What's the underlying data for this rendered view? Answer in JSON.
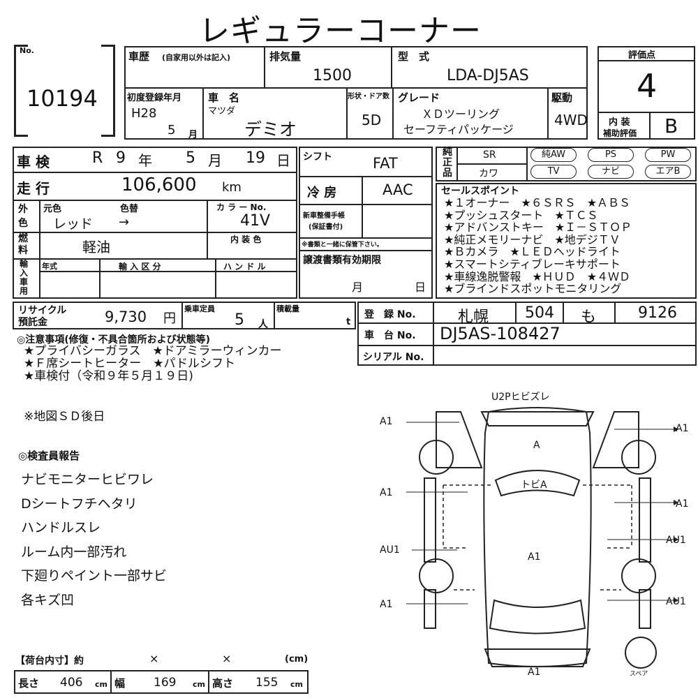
{
  "title": "レギュラーコーナー",
  "no": {
    "label": "No.",
    "value": "10194"
  },
  "history": {
    "label": "車歴",
    "note": "(自家用以外は記入)"
  },
  "displacement": {
    "label": "排気量",
    "value": "1500"
  },
  "model": {
    "label": "型　式",
    "value": "LDA-DJ5AS"
  },
  "first_reg": {
    "label": "初度登録年月",
    "year": "H28",
    "month": "5",
    "month_unit": "月"
  },
  "car_name": {
    "label": "車　名",
    "maker": "マツダ",
    "name": "デミオ"
  },
  "doors": {
    "label": "形状・ドア数",
    "value": "5D"
  },
  "grade": {
    "label": "グレード",
    "line1": "ＸＤツーリング",
    "line2": "セーフティパッケージ"
  },
  "drive": {
    "label": "駆動",
    "value": "4WD"
  },
  "rating": {
    "label": "評価点",
    "value": "4",
    "interior_label1": "内 装",
    "interior_label2": "補助評価",
    "interior_value": "B"
  },
  "inspection": {
    "label": "車 検",
    "era": "R",
    "year": "9",
    "year_unit": "年",
    "month": "5",
    "month_unit": "月",
    "day": "19",
    "day_unit": "日"
  },
  "shift": {
    "label": "シフト",
    "value": "FAT"
  },
  "equipment": {
    "label_side": "純正品",
    "row1": [
      "SR",
      "純AW",
      "PS",
      "PW"
    ],
    "row2": [
      "カワ",
      "TV",
      "ナビ",
      "エアB"
    ]
  },
  "mileage": {
    "label": "走 行",
    "value": "106,600",
    "unit": "km"
  },
  "ac": {
    "label": "冷 房",
    "value": "AAC"
  },
  "color": {
    "side_label": "外色",
    "orig_label": "元色",
    "change_label": "色替",
    "value": "レッド",
    "arrow": "→",
    "code_label": "カ ラ ー No.",
    "code": "41V",
    "interior_label": "内 装 色"
  },
  "fuel": {
    "side_label": "燃料",
    "value": "軽油"
  },
  "new_car_manual": {
    "label1": "新車整備手帳",
    "label2": "(保証書付)",
    "note": "※書類と一緒に保管下さい。"
  },
  "import": {
    "side_label": "輸入車用",
    "year_label": "年式",
    "type_label": "輸 入 区 分",
    "handle_label": "ハ ン ド ル"
  },
  "transfer": {
    "label": "譲渡書類有効期限",
    "month": "月",
    "day": "日"
  },
  "sales_points": {
    "label": "セールスポイント",
    "lines": [
      "★１オーナー　★６ＳＲＳ　★ＡＢＳ",
      "★プッシュスタート　★ＴＣＳ",
      "★アドバンストキー　★Ｉ－ＳＴＯＰ",
      "★純正メモリーナビ　★地デジＴＶ",
      "★Ｂカメラ　★ＬＥＤヘッドライト",
      "★スマートシティブレーキサポート",
      "★車線逸脱警報　★ＨＵＤ　★４ＷＤ",
      "★ブラインドスポットモニタリング"
    ]
  },
  "recycle": {
    "label1": "リサイクル",
    "label2": "預託金",
    "value": "9,730",
    "unit": "円"
  },
  "capacity": {
    "label": "乗車定員",
    "value": "5",
    "unit": "人"
  },
  "load": {
    "label": "積載量",
    "unit": "t"
  },
  "registration": {
    "label": "登　録 No.",
    "city": "札幌",
    "class": "504",
    "kana": "も",
    "number": "9126"
  },
  "chassis": {
    "label": "車　台 No.",
    "value": "DJ5AS-108427"
  },
  "serial": {
    "label": "シリアル No."
  },
  "notes": {
    "label": "◎注意事項(修復・不具合箇所および状態等)",
    "lines": [
      "★プライバシーガラス　★ドアミラーウィンカー",
      "★Ｆ席シートヒーター　★パドルシフト",
      "★車検付（令和９年５月１９日)"
    ],
    "extra": "※地図ＳＤ後日"
  },
  "inspector": {
    "label": "◎検査員報告",
    "lines": [
      "ナビモニターヒビワレ",
      "Dシートフチヘタリ",
      "ハンドルスレ",
      "ルーム内一部汚れ",
      "下廻りペイント一部サビ",
      "各キズ凹"
    ]
  },
  "diagram": {
    "top": "U2Pヒビズレ",
    "hood": "A",
    "windshield": "トビA",
    "roof": "A1",
    "bottom": "A1",
    "spare": "スペア",
    "left": [
      "A1",
      "A1",
      "AU1",
      "A1"
    ],
    "right": [
      "A1",
      "A1",
      "AU1",
      "AU1"
    ]
  },
  "cargo": {
    "label": "【荷台内寸】約",
    "x1": "×",
    "x2": "×",
    "unit_label": "(cm)",
    "length_label": "長さ",
    "length": "406",
    "width_label": "幅",
    "width": "169",
    "height_label": "高さ",
    "height": "155",
    "unit": "cm"
  }
}
